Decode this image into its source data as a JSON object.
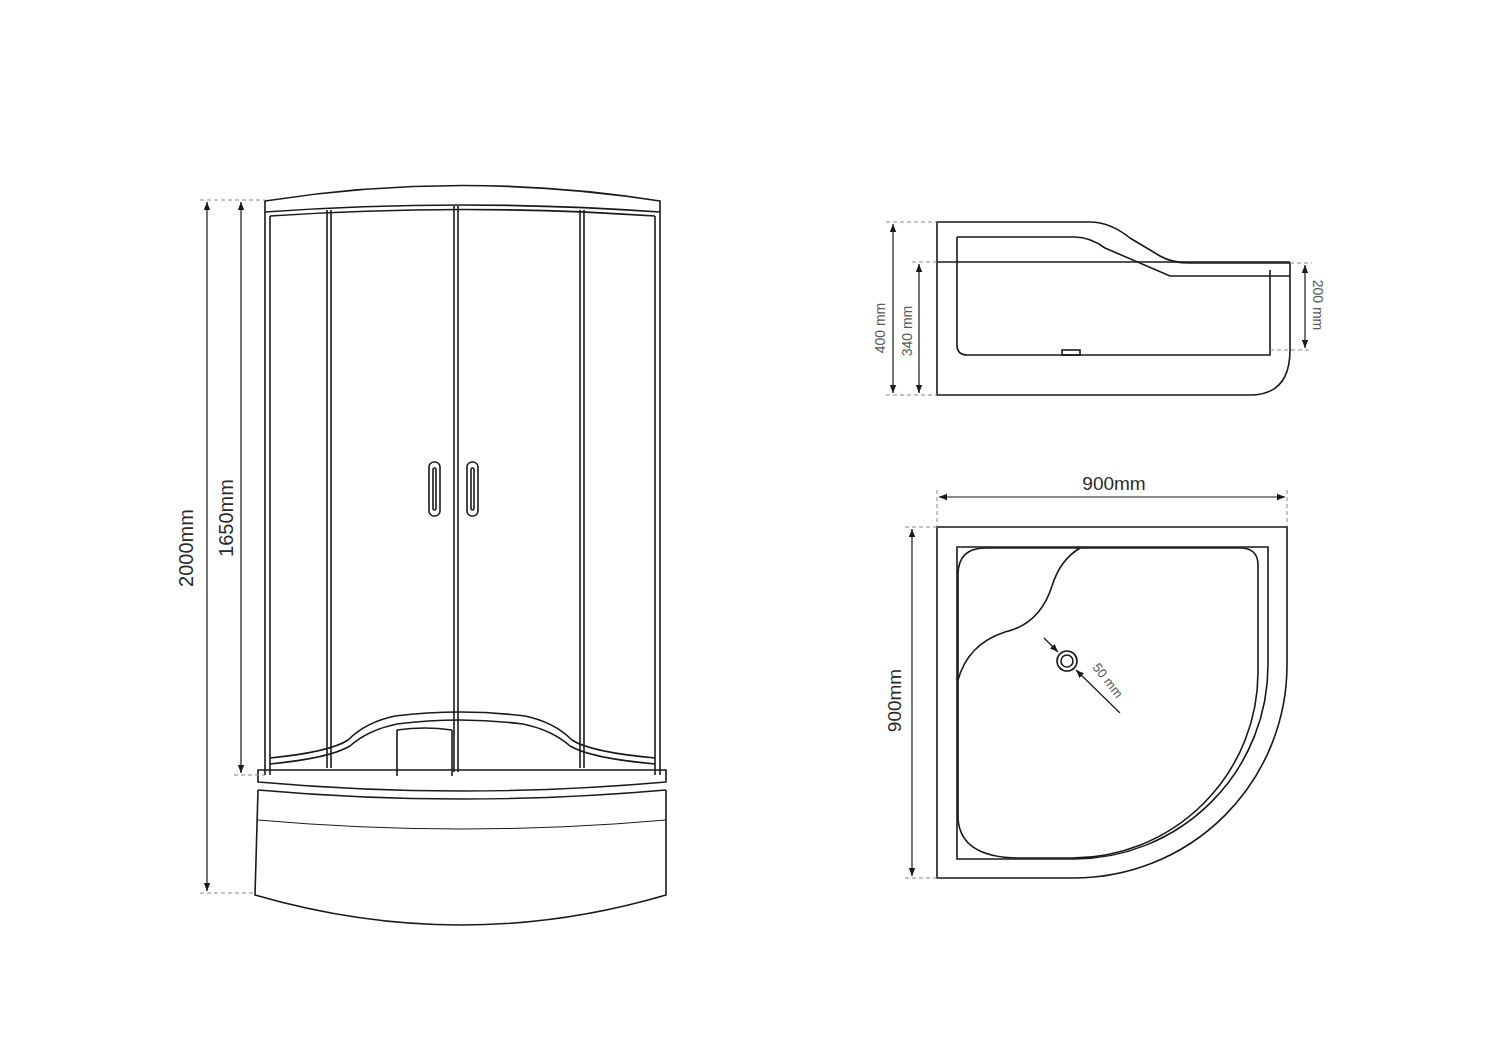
{
  "diagram": {
    "labels": [
      "2000mm",
      "1650mm",
      "400 mm",
      "340 mm",
      "200 mm",
      "900mm",
      "900mm",
      "50 mm"
    ]
  }
}
